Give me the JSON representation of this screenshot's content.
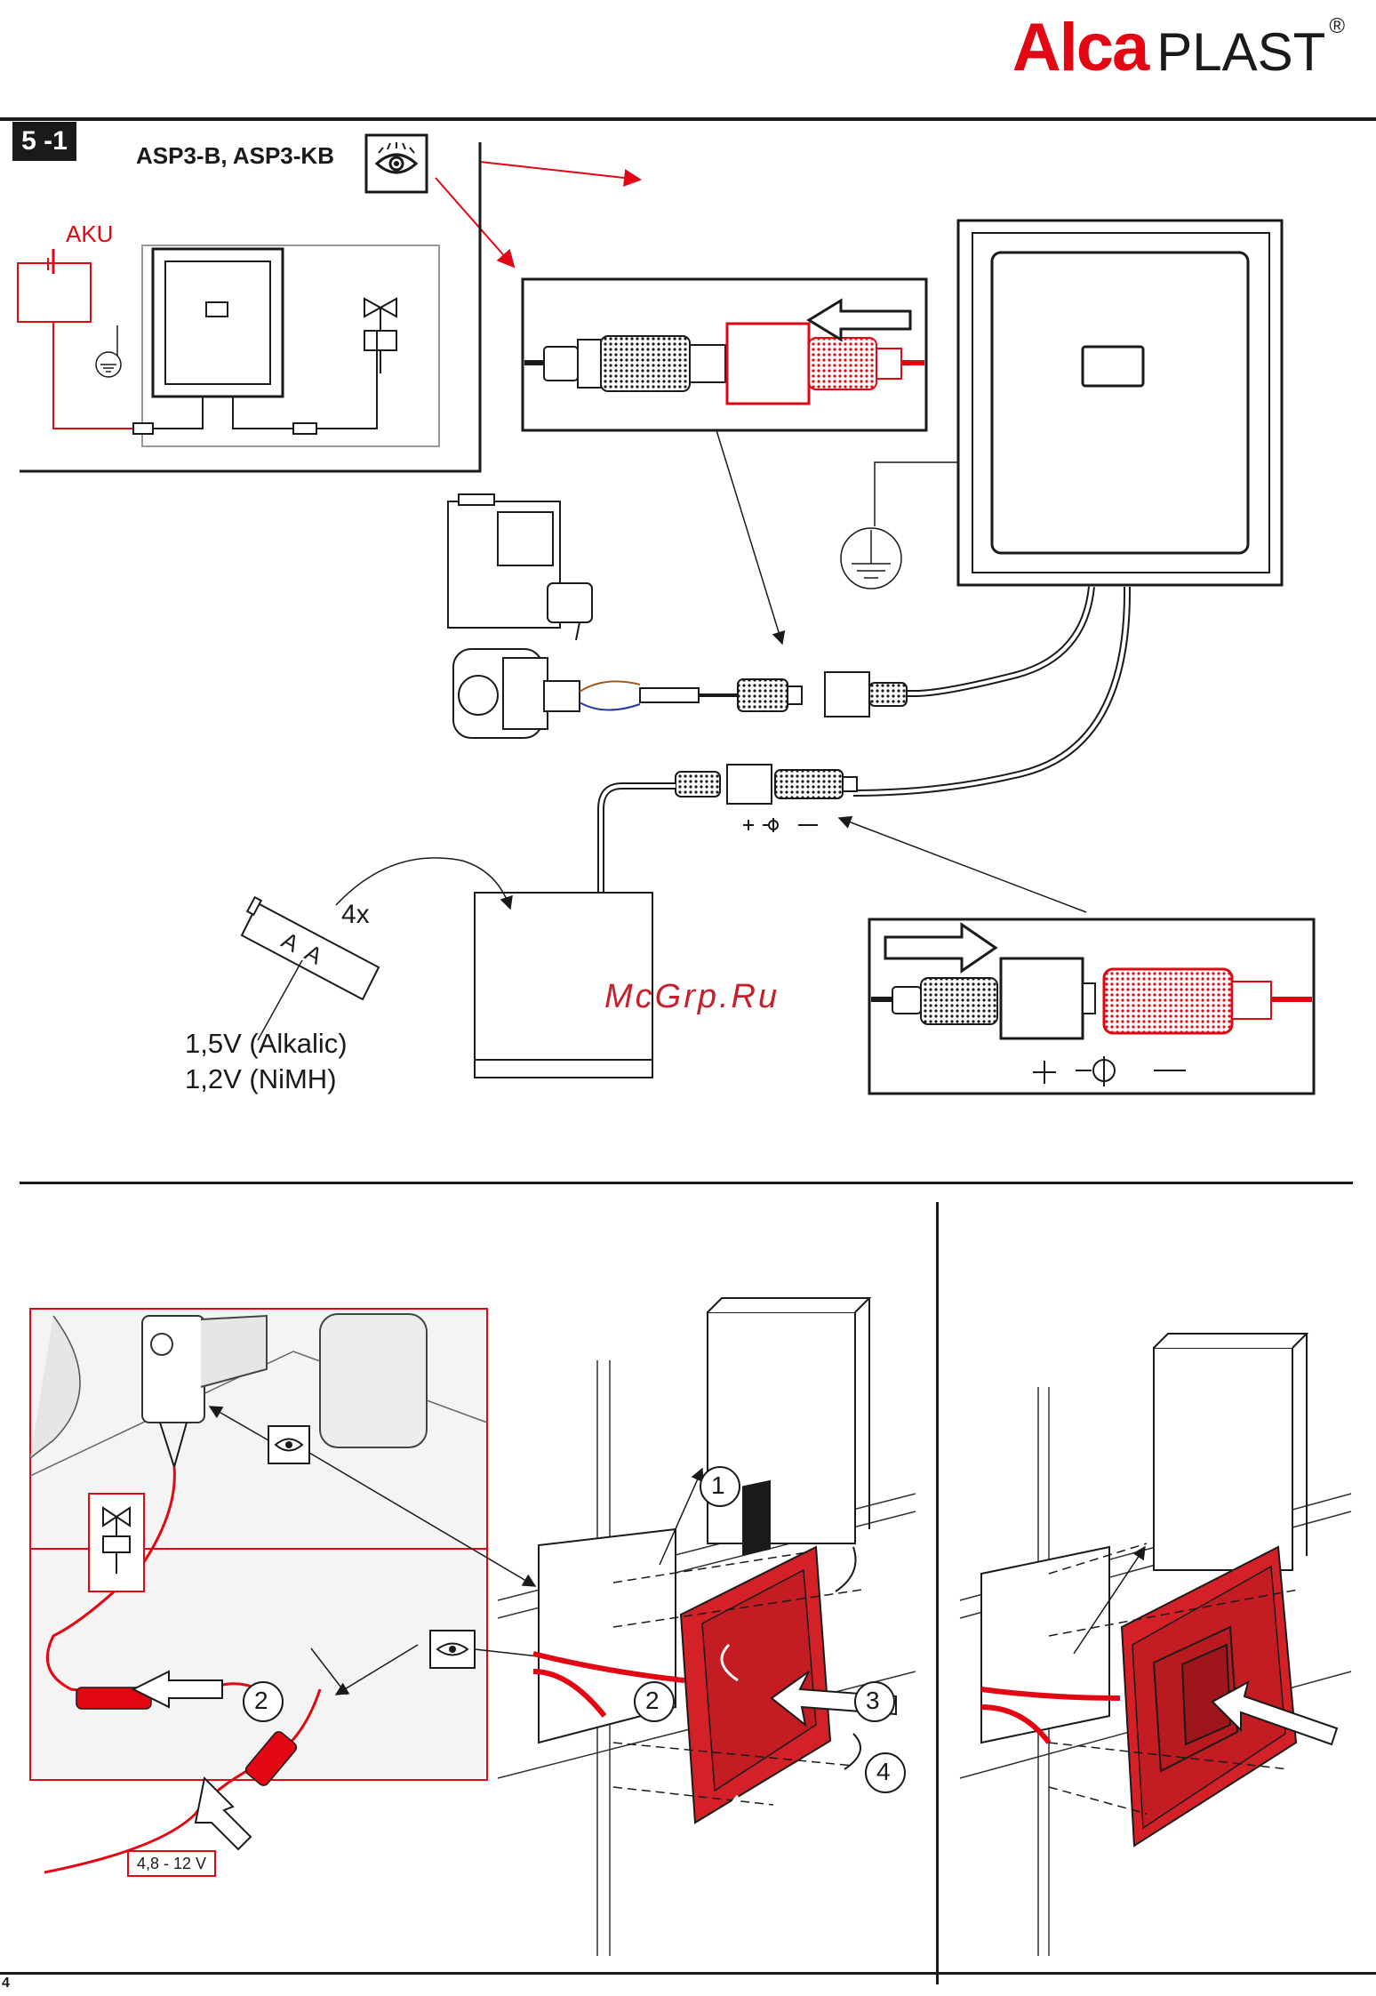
{
  "header": {
    "brand_alca": "Alca",
    "brand_plast": "PLAST",
    "brand_reg": "®"
  },
  "section": {
    "number": "5 -1",
    "models": "ASP3-B, ASP3-KB"
  },
  "schematic": {
    "battery_label": "AKU"
  },
  "battery_pack": {
    "count": "4x",
    "cell_label": "A A",
    "spec_alkaline": "1,5V (Alkalic)",
    "spec_nimh": "1,2V (NiMH)"
  },
  "polarity": {
    "plus": "+",
    "minus": "−"
  },
  "steps": {
    "step1": "1",
    "step2a": "2",
    "step2b": "2",
    "step3": "3",
    "step4": "4"
  },
  "voltage_label": "4,8 - 12 V",
  "watermark": "McGrp.Ru",
  "page_number": "4",
  "colors": {
    "accent_red": "#e30613",
    "plate_red": "#d42127",
    "line": "#1a1a1a"
  },
  "icons": [
    "eye-inspect-icon",
    "valve-icon",
    "ground-icon",
    "arrow-icon",
    "rotate-arrow-icon"
  ]
}
